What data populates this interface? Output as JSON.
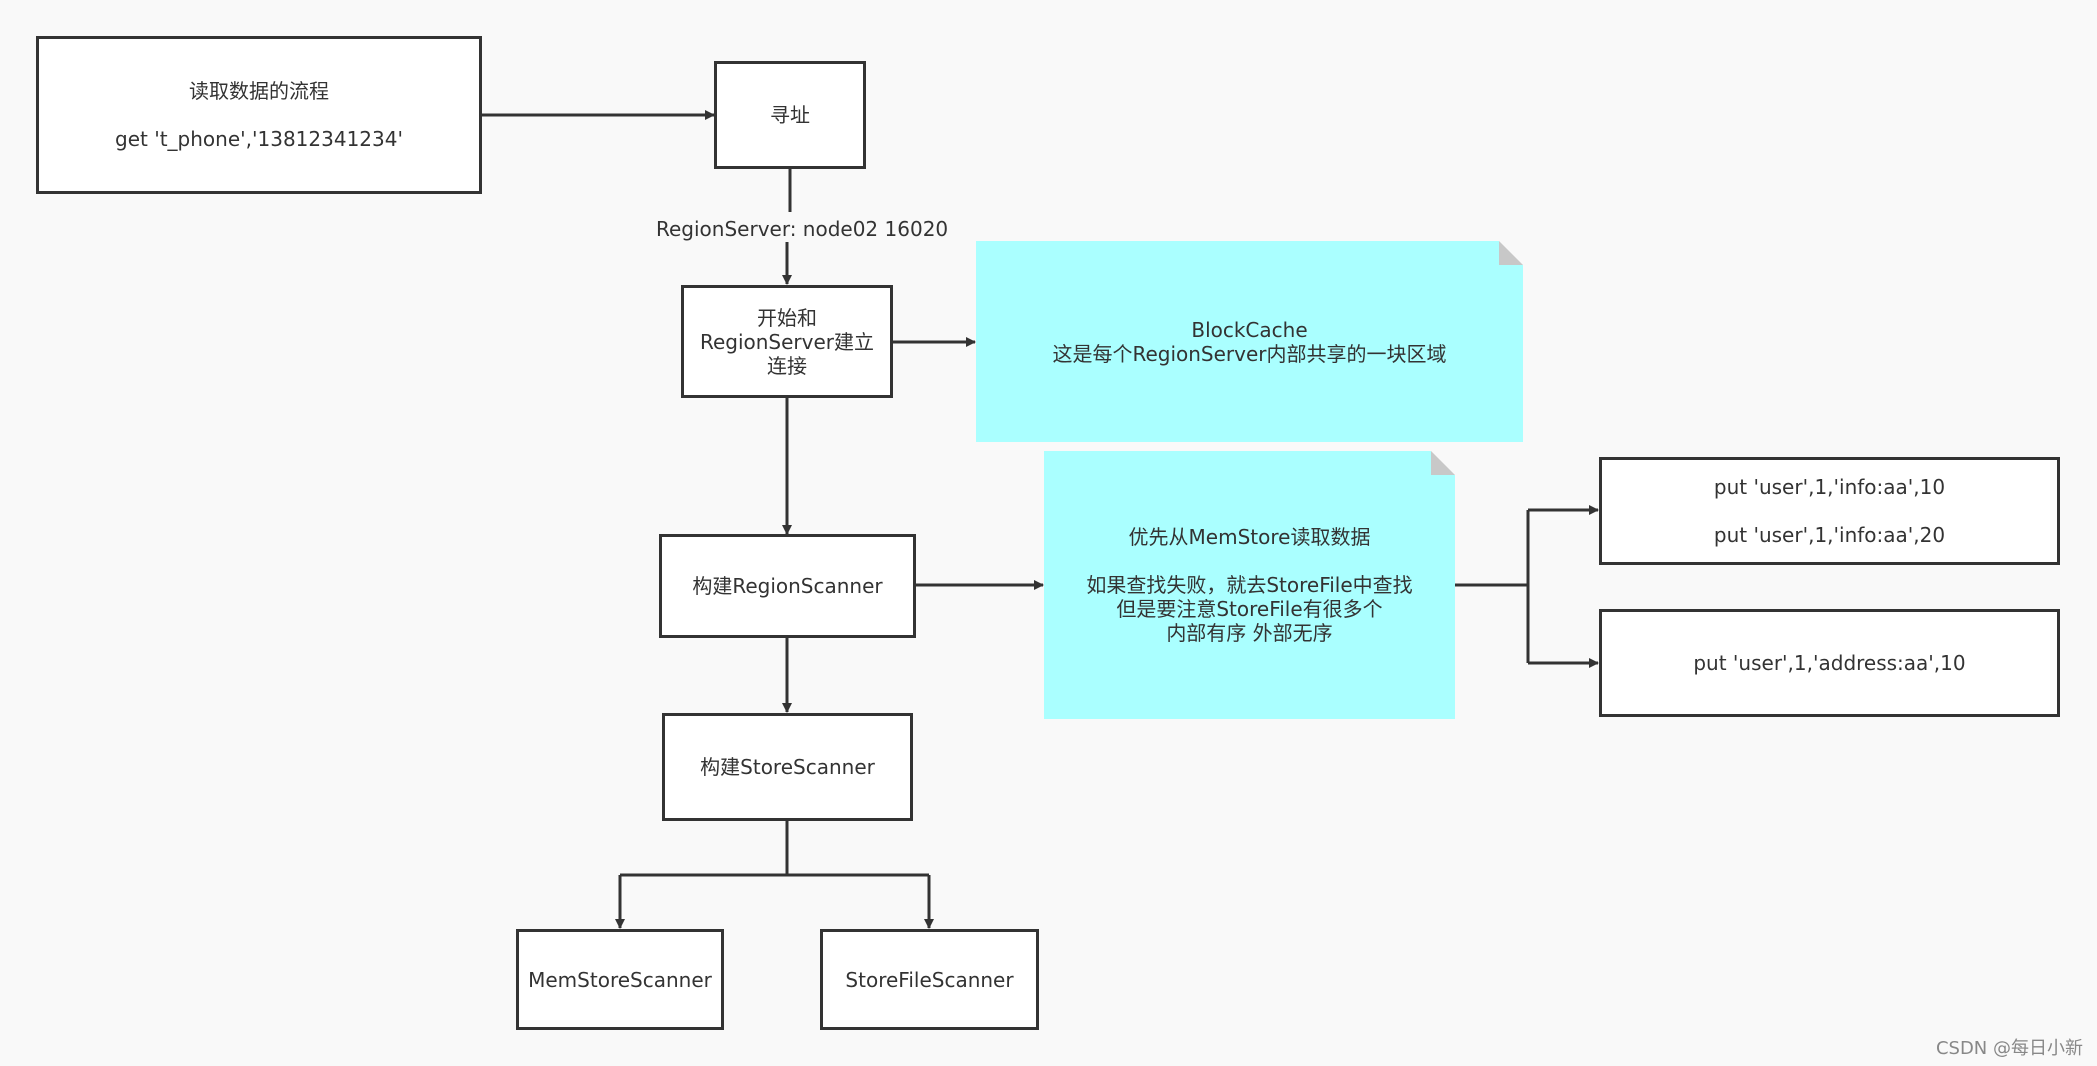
{
  "nodes": {
    "start": {
      "line1": "读取数据的流程",
      "line2": "get 't_phone','13812341234'"
    },
    "address": {
      "label": "寻址"
    },
    "connect": {
      "line1": "开始和",
      "line2": "RegionServer建立",
      "line3": "连接"
    },
    "region_scanner": {
      "label": "构建RegionScanner"
    },
    "store_scanner": {
      "label": "构建StoreScanner"
    },
    "memstore_scanner": {
      "label": "MemStoreScanner"
    },
    "storefile_scanner": {
      "label": "StoreFileScanner"
    },
    "put_info": {
      "line1": "put 'user',1,'info:aa',10",
      "line2": "put 'user',1,'info:aa',20"
    },
    "put_address": {
      "label": "put 'user',1,'address:aa',10"
    }
  },
  "notes": {
    "blockcache": {
      "line1": "BlockCache",
      "line2": "这是每个RegionServer内部共享的一块区域"
    },
    "memstore": {
      "line1": "优先从MemStore读取数据",
      "line2": "如果查找失败，就去StoreFile中查找",
      "line3": "但是要注意StoreFile有很多个",
      "line4": "内部有序 外部无序"
    }
  },
  "edge_labels": {
    "regionserver": "RegionServer: node02 16020"
  },
  "watermark": "CSDN @每日小新",
  "colors": {
    "line": "#333333",
    "note_fill": "#aaffff",
    "background": "#f9f9f9"
  }
}
